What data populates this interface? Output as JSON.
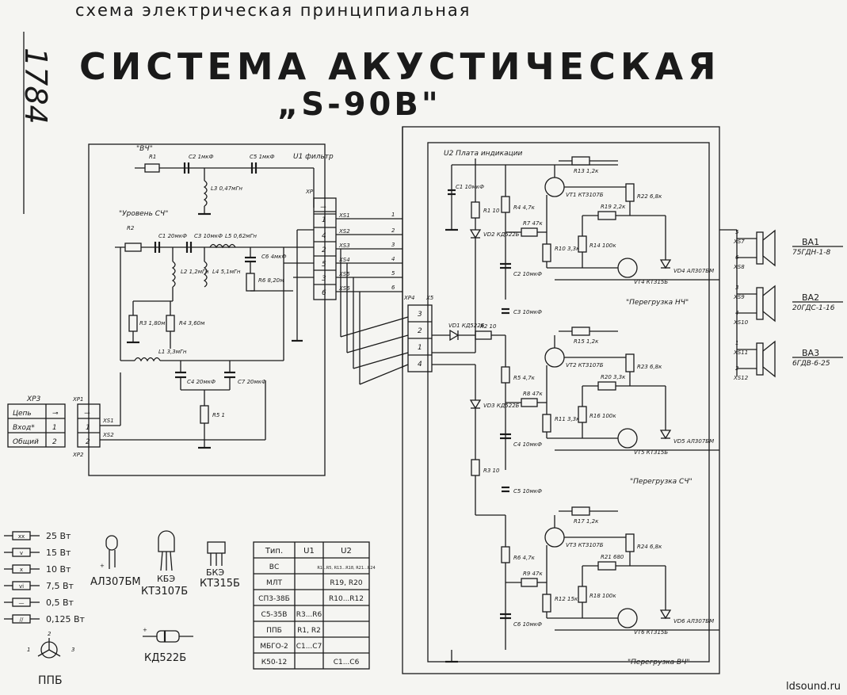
{
  "header": {
    "subtitle": "схема электрическая принципиальная",
    "title": "СИСТЕМА АКУСТИЧЕСКАЯ",
    "model": "„S-90B\"",
    "stamp": "1784"
  },
  "filter_block": {
    "label": "U1 фильтр",
    "hf_label": "\"ВЧ\"",
    "mf_label": "\"Уровень СЧ\"",
    "components": {
      "R1": "R1",
      "C2": "C2 1мкФ",
      "C5": "C5 1мкФ",
      "L3": "L3 0,47мГн",
      "R2": "R2",
      "C1": "C1 20мкФ",
      "C3": "C3 10мкФ",
      "L5": "L5 0,62мГн",
      "C6": "C6 4мкФ",
      "L2": "L2 1,2мГн",
      "L4": "L4 5,1мГн",
      "R6": "R6 8,20м",
      "R3": "R3 1,80м",
      "R4": "R4 3,60м",
      "L1": "L1 3,3мГн",
      "C4": "C4 20мкФ",
      "C7": "C7 20мкФ",
      "R5": "R5 1"
    },
    "connector": "XP",
    "pins": [
      "1",
      "4",
      "2",
      "5",
      "3",
      "6"
    ],
    "sockets": [
      "XS1",
      "XS2",
      "XS3",
      "XS4",
      "XS5",
      "XS6"
    ],
    "bus_numbers": [
      "1",
      "2",
      "3",
      "4",
      "5",
      "6"
    ]
  },
  "input": {
    "connector": "XP3",
    "rows": [
      {
        "label": "Цепь",
        "pin": "⊸"
      },
      {
        "label": "Вход*",
        "pin": "1"
      },
      {
        "label": "Общий",
        "pin": "2"
      }
    ],
    "xp1": "XP1",
    "xp2": "XP2",
    "xs1": "XS1",
    "xs2": "XS2"
  },
  "indicator_block": {
    "label": "U2 Плата индикации",
    "connector": "XP4",
    "socket": "X5",
    "pins": [
      "3",
      "2",
      "1",
      "4"
    ],
    "components": {
      "C1": "C1 10мкФ",
      "R1": "R1 10",
      "R4": "R4 4,7к",
      "VD2": "VD2 КД522Б",
      "R7": "R7 47к",
      "R10": "R10 3,3к",
      "R13": "R13 1,2к",
      "R19": "R19 2,2к",
      "R14": "R14 100к",
      "R22": "R22 6,8к",
      "VT1": "VT1 КТ3107Б",
      "VT4": "VT4 КТ315Б",
      "VD4": "VD4 АЛ307БМ",
      "C2": "C2 10мкФ",
      "C3": "C3 10мкФ",
      "VD1": "VD1 КД522Б",
      "R2": "R2 10",
      "R15": "R15 1,2к",
      "R23": "R23 6,8к",
      "VT2": "VT2 КТ3107Б",
      "R5": "R5 4,7к",
      "R20": "R20 3,3к",
      "R8": "R8 47к",
      "R11": "R11 3,3к",
      "R16": "R16 100к",
      "VD3": "VD3 КД522Б",
      "C4": "C4 10мкФ",
      "VT5": "VT5 КТ315Б",
      "VD5": "VD5 АЛ307БМ",
      "R3": "R3 10",
      "C5": "C5 10мкФ",
      "R17": "R17 1,2к",
      "VT3": "VT3 КТ3107Б",
      "R24": "R24 6,8к",
      "R6": "R6 4,7к",
      "R21": "R21 680",
      "R9": "R9 47к",
      "R12": "R12 15к",
      "R18": "R18 100к",
      "C6": "C6 10мкФ",
      "VT6": "VT6 КТ315Б",
      "VD6": "VD6 АЛ307БМ"
    },
    "overload_labels": [
      "\"Перегрузка НЧ\"",
      "\"Перегрузка СЧ\"",
      "\"Перегрузка ВЧ\""
    ]
  },
  "speakers": [
    {
      "name": "BA1",
      "type": "75ГДН-1-8",
      "pins": [
        "5",
        "6"
      ],
      "sockets": [
        "XS7",
        "XS8"
      ]
    },
    {
      "name": "BA2",
      "type": "20ГДС-1-16",
      "pins": [
        "3",
        "4"
      ],
      "sockets": [
        "XS9",
        "XS10"
      ]
    },
    {
      "name": "BA3",
      "type": "6ГДВ-6-25",
      "pins": [
        "1",
        "2"
      ],
      "sockets": [
        "XS11",
        "XS12"
      ]
    }
  ],
  "resistor_legend": [
    {
      "sym": "xx",
      "label": "25 Вт"
    },
    {
      "sym": "v",
      "label": "15 Вт"
    },
    {
      "sym": "x",
      "label": "10 Вт"
    },
    {
      "sym": "vi",
      "label": "7,5 Вт"
    },
    {
      "sym": "—",
      "label": "0,5 Вт"
    },
    {
      "sym": "//",
      "label": "0,125 Вт"
    }
  ],
  "parts_legend": {
    "led": "АЛ307БМ",
    "kbe": "КБЭ",
    "kt3107": "КТ3107Б",
    "bke": "БКЭ",
    "kt315": "КТ315Б",
    "diode": "КД522Б",
    "ppb": "ППБ",
    "ppb_pins": [
      "1",
      "2",
      "3"
    ]
  },
  "spec_table": {
    "headers": [
      "Тип.",
      "U1",
      "U2"
    ],
    "rows": [
      [
        "ВС",
        "",
        "R1...R5, R13...R18, R21...R24"
      ],
      [
        "МЛТ",
        "",
        "R19, R20"
      ],
      [
        "СП3-38Б",
        "",
        "R10...R12"
      ],
      [
        "С5-35В",
        "R3...R6",
        ""
      ],
      [
        "ППБ",
        "R1, R2",
        ""
      ],
      [
        "МБГО-2",
        "C1...C7",
        ""
      ],
      [
        "К50-12",
        "",
        "C1...C6"
      ]
    ]
  },
  "watermark": "ldsound.ru"
}
